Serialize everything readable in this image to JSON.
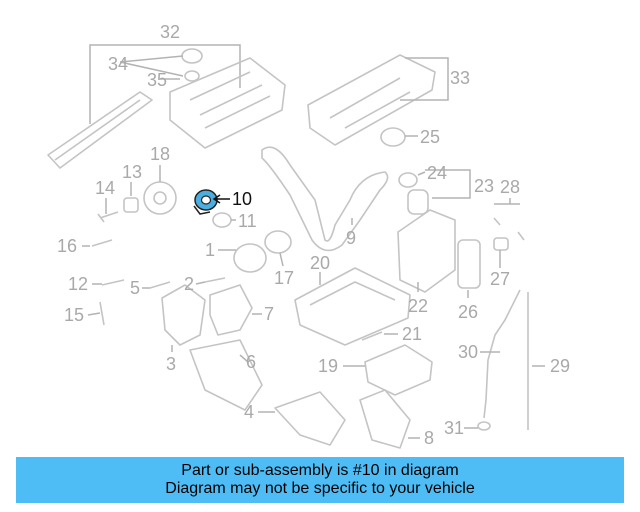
{
  "diagram": {
    "highlight_part": "10",
    "highlight_color": "#4aaee0",
    "callouts": [
      "32",
      "34",
      "35",
      "33",
      "25",
      "24",
      "23",
      "28",
      "18",
      "13",
      "14",
      "10",
      "11",
      "16",
      "9",
      "1",
      "17",
      "20",
      "12",
      "5",
      "2",
      "22",
      "15",
      "7",
      "26",
      "27",
      "21",
      "3",
      "6",
      "30",
      "19",
      "29",
      "4",
      "31",
      "8"
    ]
  },
  "banner": {
    "line1": "Part or sub-assembly is #10 in diagram",
    "line2": "Diagram may not be specific to your vehicle",
    "color": "#4fbdf5"
  }
}
